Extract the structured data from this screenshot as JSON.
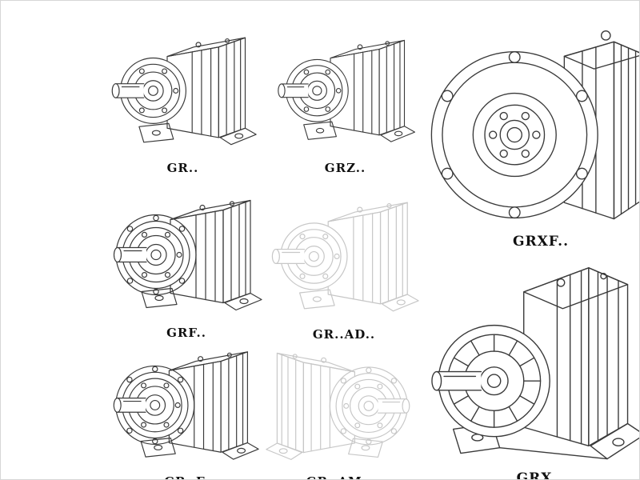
{
  "page": {
    "background": "#ffffff",
    "border": "#d6d6d6"
  },
  "colors": {
    "line": "#3a3a3a",
    "faded_line": "#c7c7c7",
    "label_text": "#101010"
  },
  "figures": [
    {
      "id": "gr",
      "label": "GR..",
      "variant": "inline-helical foot-mounted",
      "tone": "solid"
    },
    {
      "id": "grz",
      "label": "GRZ..",
      "variant": "inline-helical foot-mounted",
      "tone": "solid"
    },
    {
      "id": "grxf",
      "label": "GRXF..",
      "variant": "large flange-mounted",
      "tone": "solid"
    },
    {
      "id": "grf",
      "label": "GRF..",
      "variant": "inline-helical flange-mounted",
      "tone": "solid"
    },
    {
      "id": "gr-ad",
      "label": "GR..AD..",
      "variant": "inline-helical with input adapter",
      "tone": "faded"
    },
    {
      "id": "gr-f",
      "label": "GR..F",
      "variant": "inline-helical foot/flange",
      "tone": "solid"
    },
    {
      "id": "gr-am",
      "label": "GR..AM..",
      "variant": "inline-helical with motor adapter",
      "tone": "faded"
    },
    {
      "id": "grx",
      "label": "GRX..",
      "variant": "large foot-mounted",
      "tone": "solid"
    }
  ]
}
